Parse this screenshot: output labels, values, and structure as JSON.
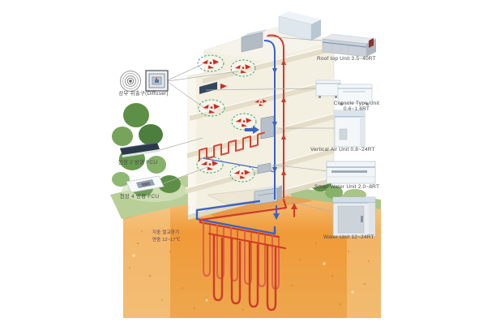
{
  "illustration": "Geothermal heat pump HVAC system diagram: building cutaway with indoor units, risers and underground vertical ground-loop heat exchanger",
  "labels": {
    "diffuser": "상부 취출구(Diffuser)",
    "fcu_2way": "천장 2 방향 FCU",
    "fcu_4way": "천장 4 방향 FCU",
    "rooftop_unit": "Roof top Unit 3.5~40RT",
    "console_unit": "Console Type Unit",
    "console_unit_capacity": "0.6~1.6RT",
    "vertical_air_unit": "Vertical Air Unit 0.8~24RT",
    "small_water_unit": "Small Water Unit 2.0~8RT",
    "water_unit": "Water Unit 12~24RT",
    "ground_heat_exchanger": "지중 열교환기",
    "ground_temperature": "연중 12~17℃"
  },
  "colors": {
    "hot_pipe_red": "#cf3a28",
    "cold_pipe_blue": "#3a62c4",
    "soil_orange": "#f09a38",
    "soil_light": "#f7d49c",
    "grass_green": "#9cbd7c",
    "building_cream": "#f3efe1",
    "airflow_ellipse_green": "#2e9e5b",
    "unit_gray": "#c9d0d7"
  },
  "icons": {
    "round_diffuser": "concentric-circle-ceiling-diffuser",
    "square_diffuser": "nested-square-ceiling-diffuser",
    "airflow": "red-arrow-cluster-in-dashed-ellipse"
  }
}
